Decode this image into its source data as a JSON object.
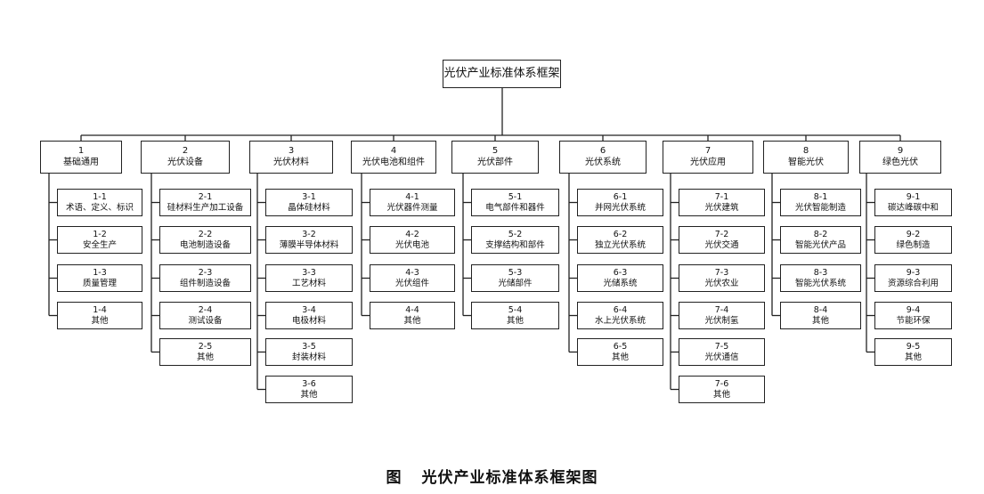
{
  "root": {
    "title": "光伏产业标准体系框架"
  },
  "caption": {
    "prefix": "图",
    "title": "光伏产业标准体系框架图"
  },
  "categories": [
    {
      "code": "1",
      "label": "基础通用",
      "items": [
        {
          "code": "1-1",
          "label": "术语、定义、标识"
        },
        {
          "code": "1-2",
          "label": "安全生产"
        },
        {
          "code": "1-3",
          "label": "质量管理"
        },
        {
          "code": "1-4",
          "label": "其他"
        }
      ]
    },
    {
      "code": "2",
      "label": "光伏设备",
      "items": [
        {
          "code": "2-1",
          "label": "硅材料生产加工设备"
        },
        {
          "code": "2-2",
          "label": "电池制造设备"
        },
        {
          "code": "2-3",
          "label": "组件制造设备"
        },
        {
          "code": "2-4",
          "label": "测试设备"
        },
        {
          "code": "2-5",
          "label": "其他"
        }
      ]
    },
    {
      "code": "3",
      "label": "光伏材料",
      "items": [
        {
          "code": "3-1",
          "label": "晶体硅材料"
        },
        {
          "code": "3-2",
          "label": "薄膜半导体材料"
        },
        {
          "code": "3-3",
          "label": "工艺材料"
        },
        {
          "code": "3-4",
          "label": "电极材料"
        },
        {
          "code": "3-5",
          "label": "封装材料"
        },
        {
          "code": "3-6",
          "label": "其他"
        }
      ]
    },
    {
      "code": "4",
      "label": "光伏电池和组件",
      "items": [
        {
          "code": "4-1",
          "label": "光伏器件测量"
        },
        {
          "code": "4-2",
          "label": "光伏电池"
        },
        {
          "code": "4-3",
          "label": "光伏组件"
        },
        {
          "code": "4-4",
          "label": "其他"
        }
      ]
    },
    {
      "code": "5",
      "label": "光伏部件",
      "items": [
        {
          "code": "5-1",
          "label": "电气部件和器件"
        },
        {
          "code": "5-2",
          "label": "支撑结构和部件"
        },
        {
          "code": "5-3",
          "label": "光储部件"
        },
        {
          "code": "5-4",
          "label": "其他"
        }
      ]
    },
    {
      "code": "6",
      "label": "光伏系统",
      "items": [
        {
          "code": "6-1",
          "label": "并网光伏系统"
        },
        {
          "code": "6-2",
          "label": "独立光伏系统"
        },
        {
          "code": "6-3",
          "label": "光储系统"
        },
        {
          "code": "6-4",
          "label": "水上光伏系统"
        },
        {
          "code": "6-5",
          "label": "其他"
        }
      ]
    },
    {
      "code": "7",
      "label": "光伏应用",
      "items": [
        {
          "code": "7-1",
          "label": "光伏建筑"
        },
        {
          "code": "7-2",
          "label": "光伏交通"
        },
        {
          "code": "7-3",
          "label": "光伏农业"
        },
        {
          "code": "7-4",
          "label": "光伏制氢"
        },
        {
          "code": "7-5",
          "label": "光伏通信"
        },
        {
          "code": "7-6",
          "label": "其他"
        }
      ]
    },
    {
      "code": "8",
      "label": "智能光伏",
      "items": [
        {
          "code": "8-1",
          "label": "光伏智能制造"
        },
        {
          "code": "8-2",
          "label": "智能光伏产品"
        },
        {
          "code": "8-3",
          "label": "智能光伏系统"
        },
        {
          "code": "8-4",
          "label": "其他"
        }
      ]
    },
    {
      "code": "9",
      "label": "绿色光伏",
      "items": [
        {
          "code": "9-1",
          "label": "碳达峰碳中和"
        },
        {
          "code": "9-2",
          "label": "绿色制造"
        },
        {
          "code": "9-3",
          "label": "资源综合利用"
        },
        {
          "code": "9-4",
          "label": "节能环保"
        },
        {
          "code": "9-5",
          "label": "其他"
        }
      ]
    }
  ]
}
